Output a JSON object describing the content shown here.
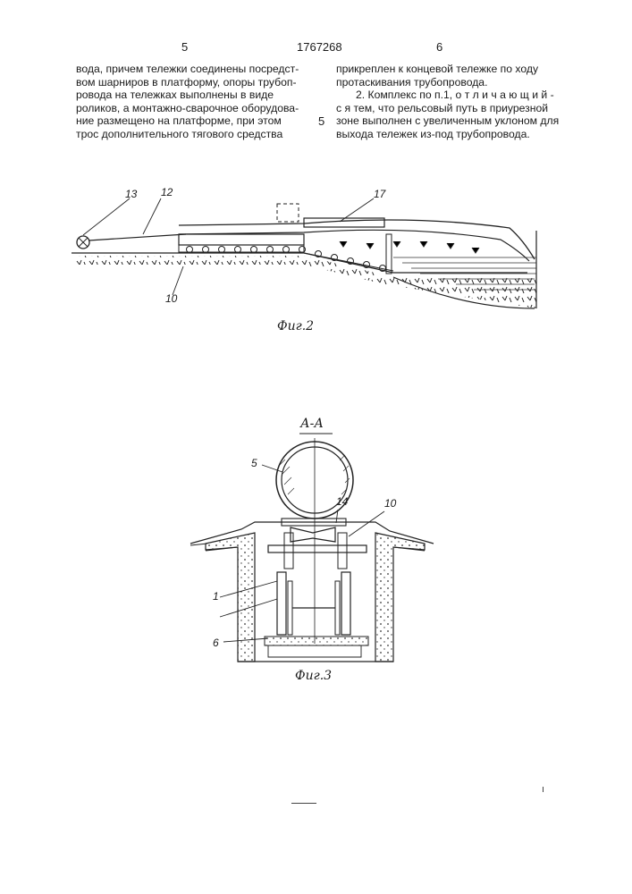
{
  "header": {
    "page_left": "5",
    "patent_number": "1767268",
    "page_right": "6"
  },
  "left_column": [
    "вода, причем тележки соединены посредст-",
    "вом шарниров в платформу, опоры трубоп-",
    "ровода на тележках выполнены в виде",
    "роликов, а монтажно-сварочное оборудова-",
    "ние размещено на платформе, при этом",
    "трос дополнительного тягового средства"
  ],
  "margin_line_number": "5",
  "right_column": [
    "прикреплен к концевой тележке по ходу",
    "протаскивания трубопровода.",
    "2. Комплекс по п.1, о т л и ч а ю щ и й -",
    "с я  тем, что рельсовый путь в приурезной",
    "зоне выполнен с увеличенным уклоном для",
    "выхода тележек из-под трубопровода."
  ],
  "figure2": {
    "caption": "Фиг.2",
    "refs": {
      "r13": "13",
      "r12": "12",
      "r17": "17",
      "r10": "10"
    }
  },
  "figure3": {
    "section_label": "А-А",
    "caption": "Фиг.3",
    "refs": {
      "r5": "5",
      "r14": "14",
      "r10": "10",
      "r1": "1",
      "r6": "6"
    }
  }
}
